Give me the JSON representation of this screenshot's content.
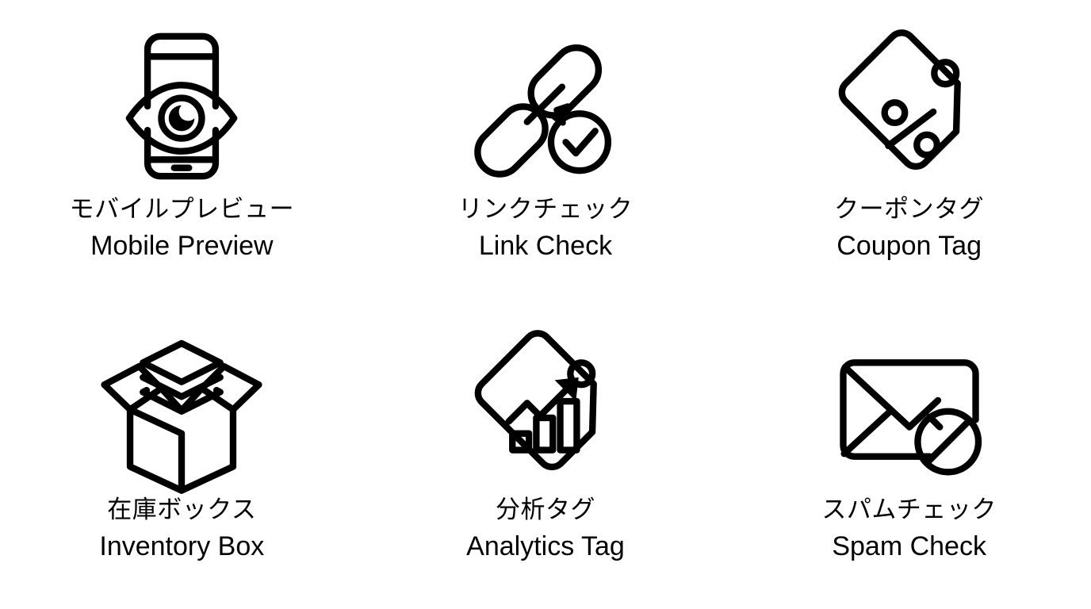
{
  "page": {
    "background_color": "#ffffff",
    "stroke_color": "#000000",
    "layout": "2 rows x 3 columns icon grid"
  },
  "items": [
    {
      "icon": "mobile-preview-icon",
      "label_ja": "モバイルプレビュー",
      "label_en": "Mobile Preview"
    },
    {
      "icon": "link-check-icon",
      "label_ja": "リンクチェック",
      "label_en": "Link Check"
    },
    {
      "icon": "coupon-tag-icon",
      "label_ja": "クーポンタグ",
      "label_en": "Coupon Tag"
    },
    {
      "icon": "inventory-box-icon",
      "label_ja": "在庫ボックス",
      "label_en": "Inventory Box"
    },
    {
      "icon": "analytics-tag-icon",
      "label_ja": "分析タグ",
      "label_en": "Analytics Tag"
    },
    {
      "icon": "spam-check-icon",
      "label_ja": "スパムチェック",
      "label_en": "Spam Check"
    }
  ]
}
